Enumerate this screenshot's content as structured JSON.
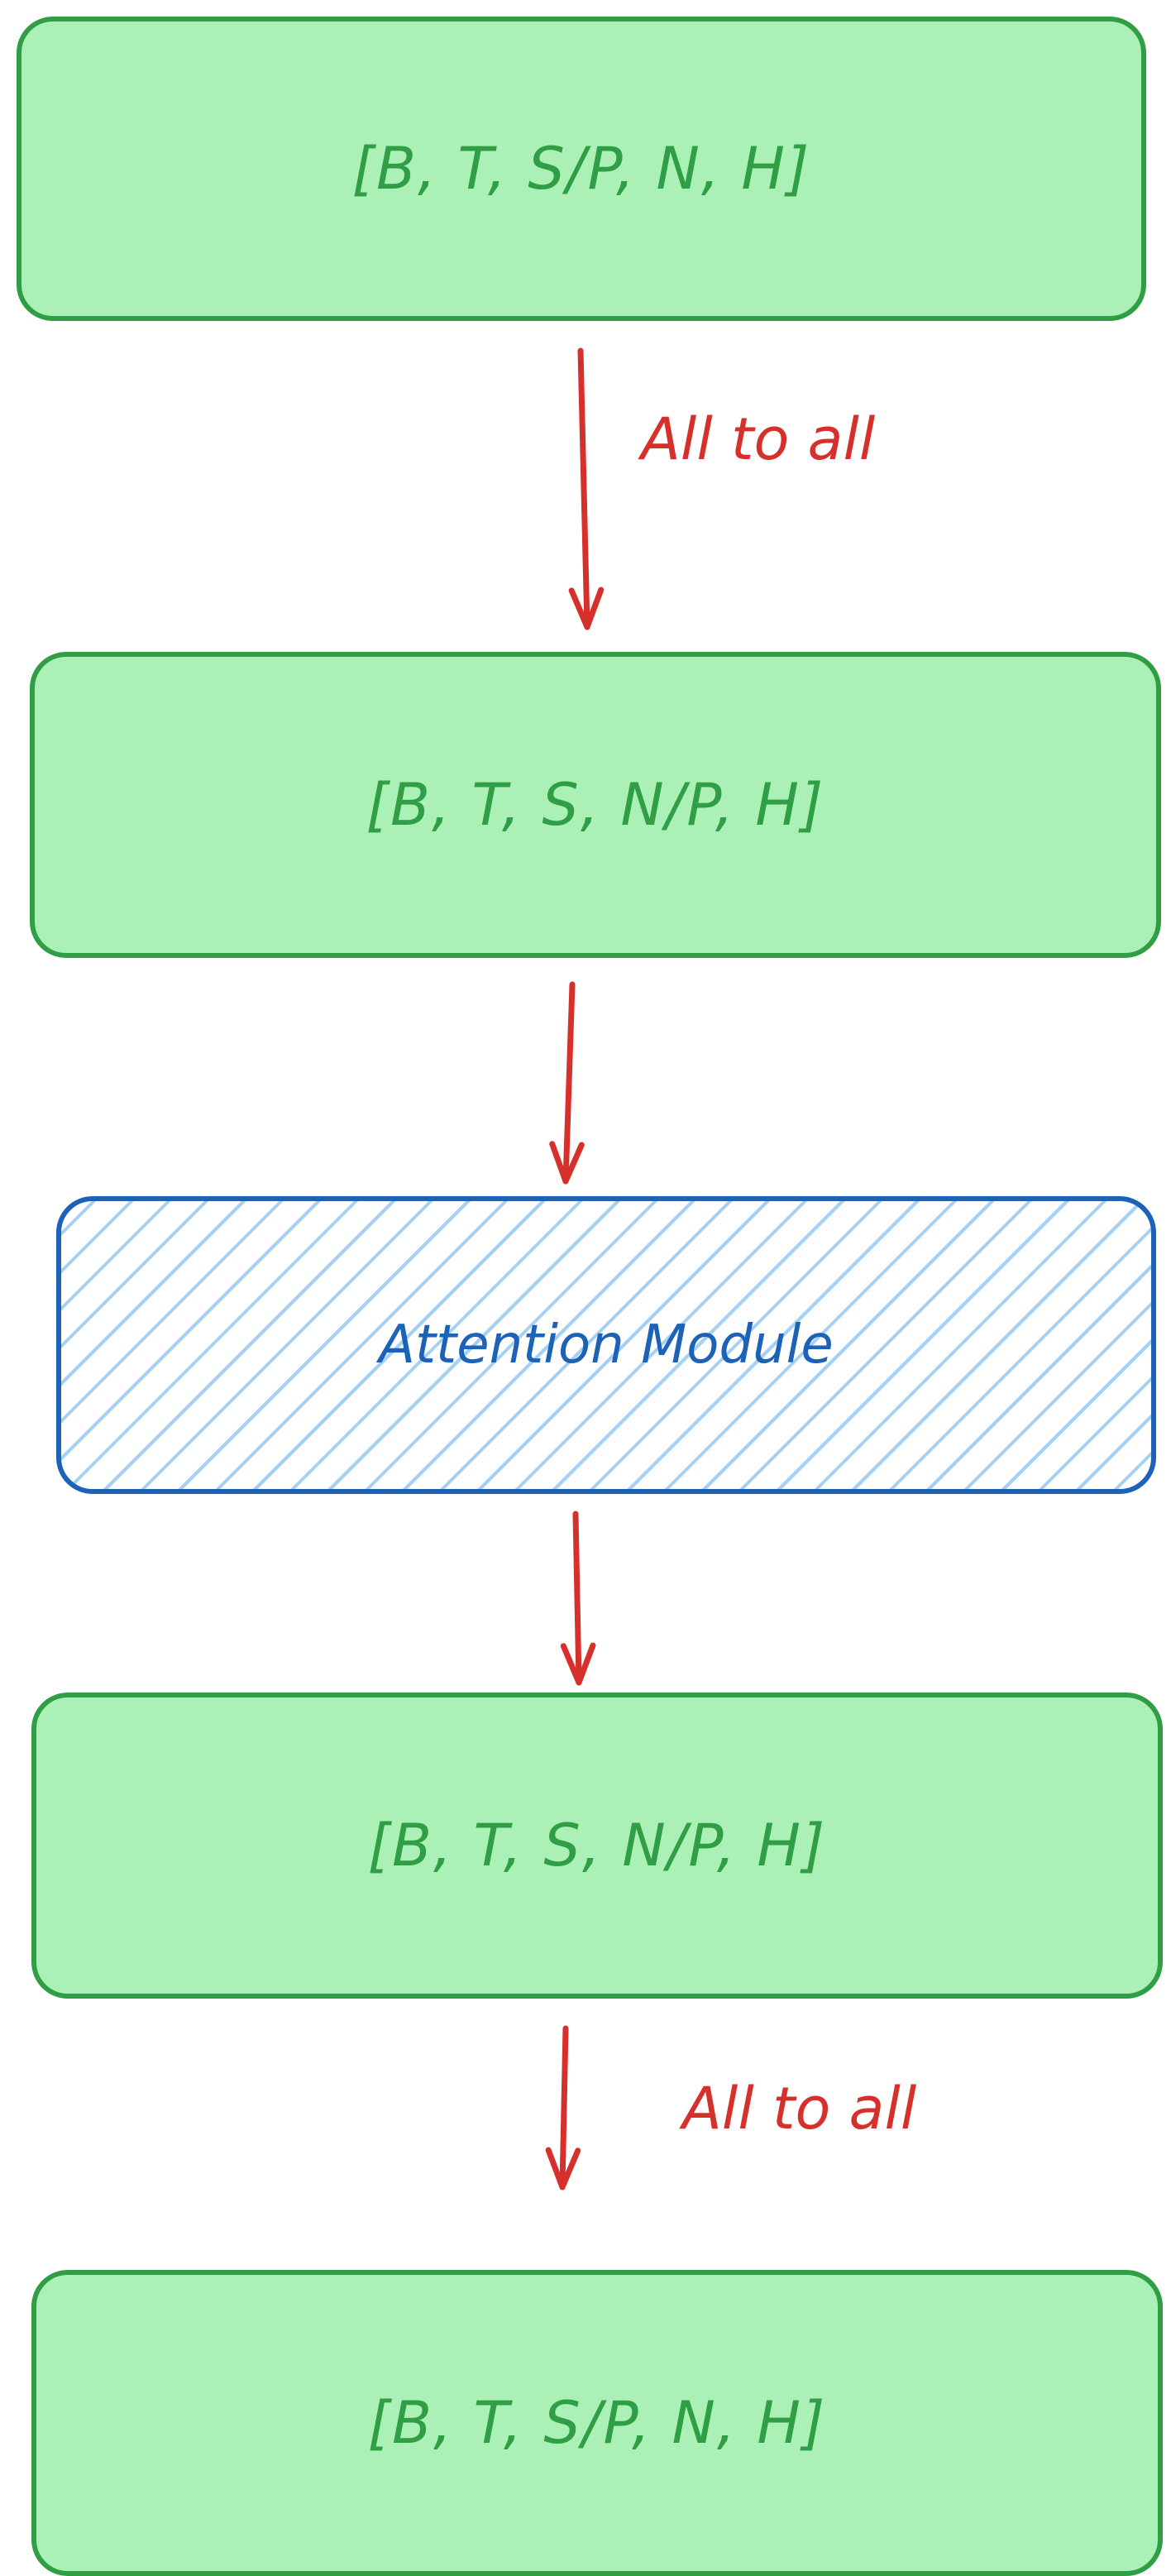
{
  "diagram": {
    "nodes": [
      {
        "id": "input",
        "label": "[B, T, S/P, N, H]"
      },
      {
        "id": "after-a2a",
        "label": "[B, T, S, N/P, H]"
      },
      {
        "id": "attention",
        "label": "Attention Module"
      },
      {
        "id": "attn-out",
        "label": "[B, T, S, N/P, H]"
      },
      {
        "id": "output",
        "label": "[B, T, S/P, N, H]"
      }
    ],
    "edges": [
      {
        "from": "input",
        "to": "after-a2a",
        "label": "All to all"
      },
      {
        "from": "after-a2a",
        "to": "attention",
        "label": ""
      },
      {
        "from": "attention",
        "to": "attn-out",
        "label": ""
      },
      {
        "from": "attn-out",
        "to": "output",
        "label": "All to all"
      }
    ],
    "colors": {
      "box_fill": "#abf0b6",
      "box_stroke": "#2f9e44",
      "module_stroke": "#1c63b8",
      "module_hatch": "#a5d1f5",
      "arrow": "#d6302c"
    }
  }
}
